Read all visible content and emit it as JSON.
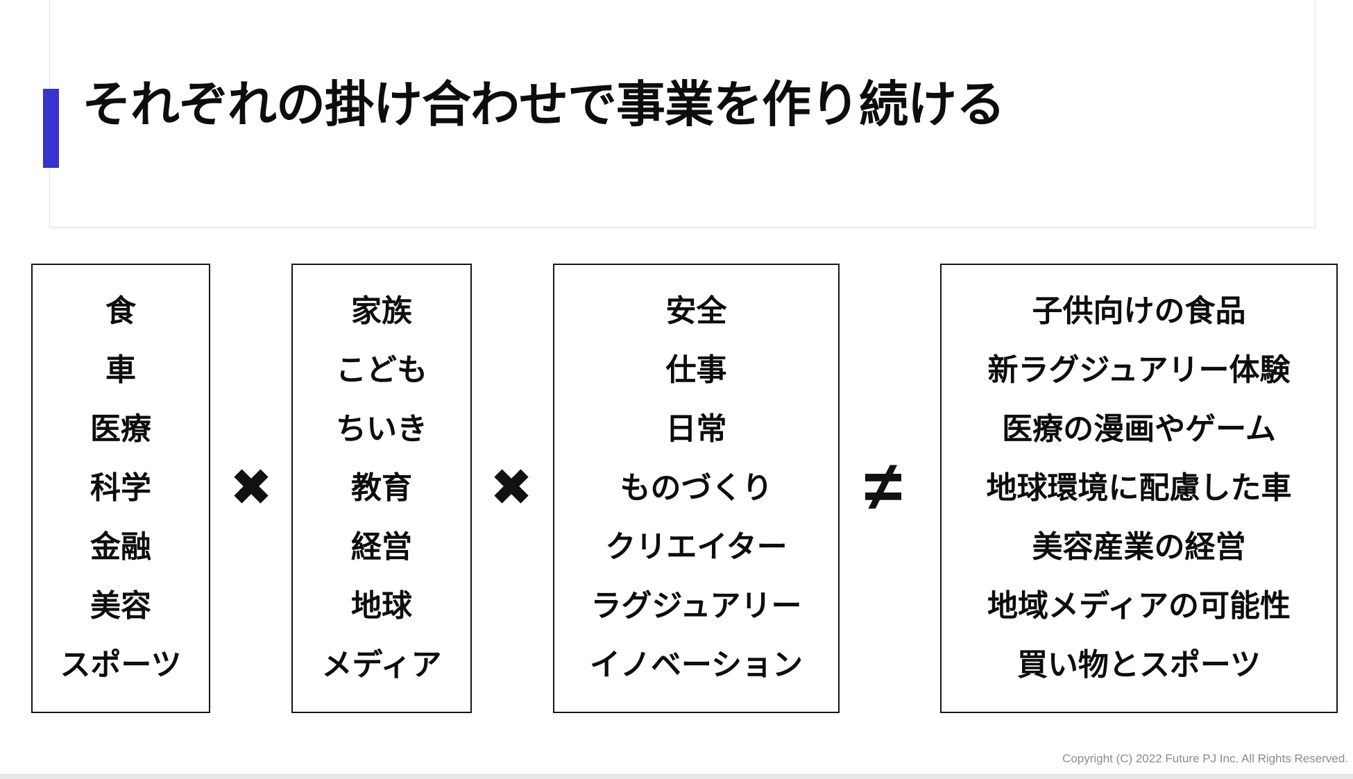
{
  "slide": {
    "title": "それぞれの掛け合わせで事業を作り続ける",
    "columns": [
      {
        "items": [
          "食",
          "車",
          "医療",
          "科学",
          "金融",
          "美容",
          "スポーツ"
        ]
      },
      {
        "items": [
          "家族",
          "こども",
          "ちいき",
          "教育",
          "経営",
          "地球",
          "メディア"
        ]
      },
      {
        "items": [
          "安全",
          "仕事",
          "日常",
          "ものづくり",
          "クリエイター",
          "ラグジュアリー",
          "イノベーション"
        ]
      },
      {
        "items": [
          "子供向けの食品",
          "新ラグジュアリー体験",
          "医療の漫画やゲーム",
          "地球環境に配慮した車",
          "美容産業の経営",
          "地域メディアの可能性",
          "買い物とスポーツ"
        ]
      }
    ],
    "operators": {
      "multiply": "✖",
      "not_equal": "≠"
    },
    "footer": {
      "copyright": "Copyright (C) 2022 Future PJ Inc. All Rights Reserved."
    },
    "colors": {
      "accent_blue": "#3634cd",
      "box_border_black": "#151515",
      "card_border_gray": "#e4e6f0",
      "copyright_gray": "#8b8b8b",
      "bottom_strip_gray": "#e9e9e9"
    }
  }
}
